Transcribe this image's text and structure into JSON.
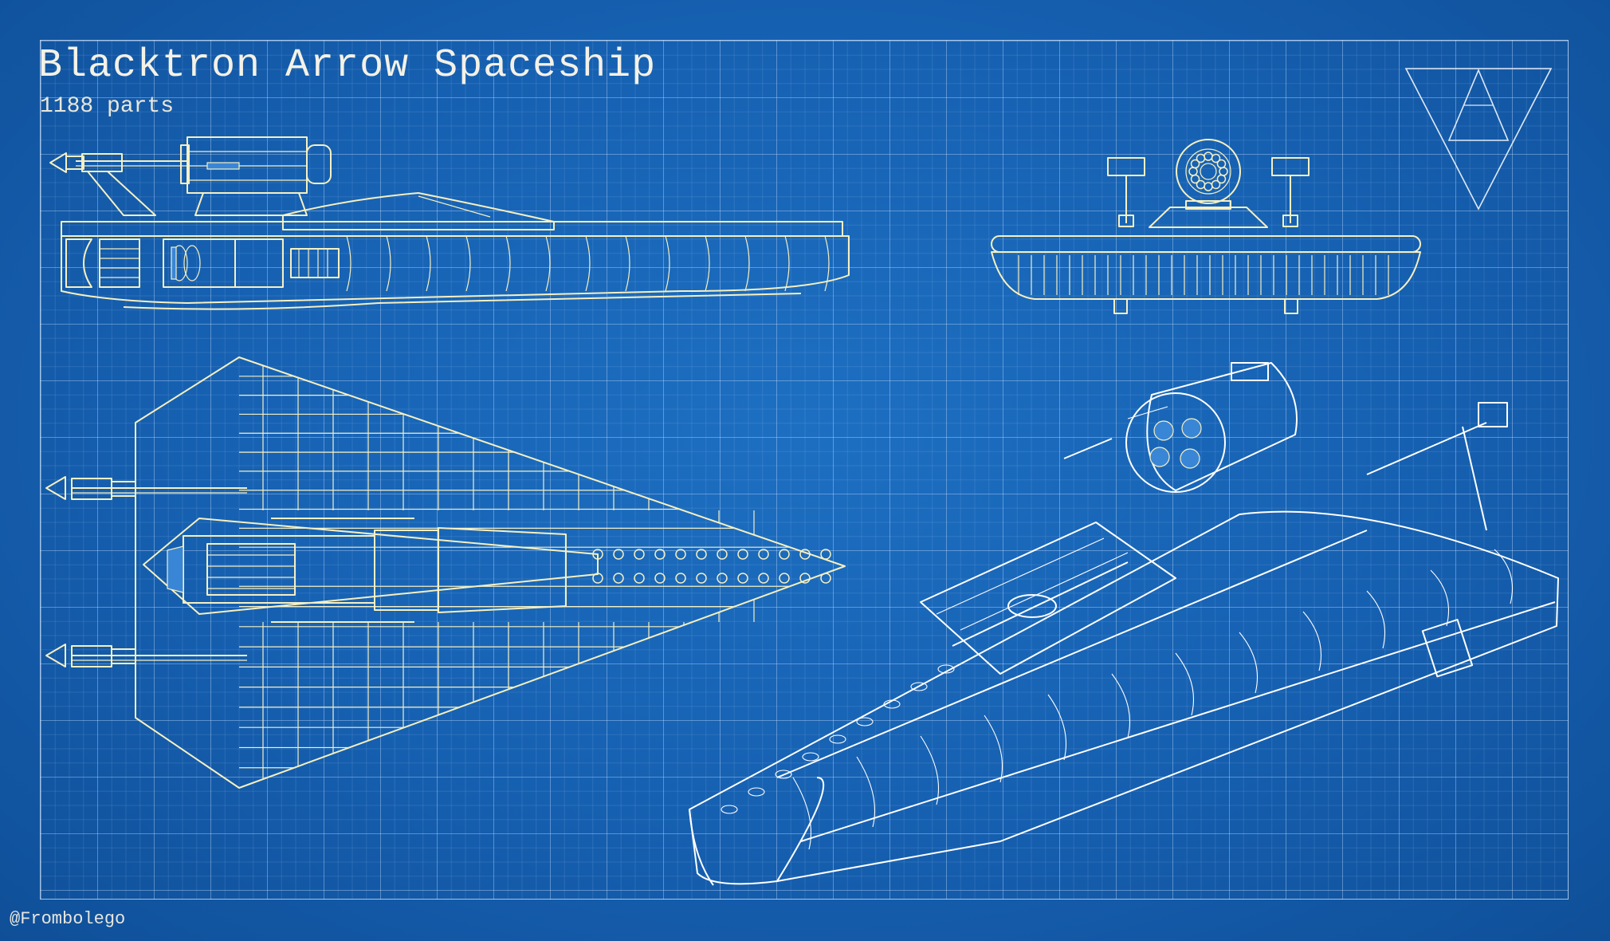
{
  "header": {
    "title": "Blacktron Arrow Spaceship",
    "subtitle": "1188 parts"
  },
  "footer": {
    "credit": "@Frombolego"
  },
  "colors": {
    "background": "#1660b1",
    "grid": "#c8e1ff",
    "line": "#f6f0c2",
    "line_white": "#ffffff",
    "text": "#f4f1e6"
  },
  "icons": {
    "logo": "triangle-logo-icon"
  },
  "views": [
    "side-view",
    "front-view",
    "top-view",
    "perspective-view"
  ]
}
